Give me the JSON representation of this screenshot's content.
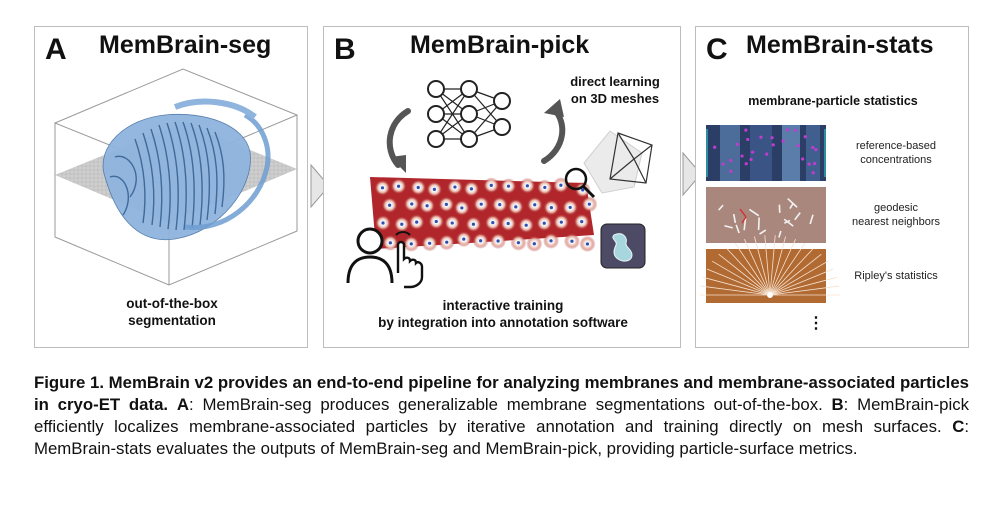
{
  "panel_a": {
    "letter": "A",
    "title": "MemBrain-seg",
    "caption_line1": "out-of-the-box",
    "caption_line2": "segmentation"
  },
  "panel_b": {
    "letter": "B",
    "title": "MemBrain-pick",
    "note_line1": "direct learning",
    "note_line2": "on 3D meshes",
    "caption_line1": "interactive training",
    "caption_line2": "by integration into annotation software"
  },
  "panel_c": {
    "letter": "C",
    "title": "MemBrain-stats",
    "subtitle": "membrane-particle statistics",
    "stat1_line1": "reference-based",
    "stat1_line2": "concentrations",
    "stat2_line1": "geodesic",
    "stat2_line2": "nearest neighbors",
    "stat3": "Ripley's statistics",
    "ellipsis": "⋮"
  },
  "caption": {
    "lead": "Figure 1. MemBrain v2 provides an end-to-end pipeline for analyzing membranes and membrane-associated particles in cryo-ET data.",
    "a_key": "A",
    "a_text": ": MemBrain-seg produces generalizable membrane segmentations out-of-the-box.",
    "b_key": "B",
    "b_text": ": MemBrain-pick efficiently localizes membrane-associated particles by iterative annotation and training directly on mesh surfaces.",
    "c_key": "C",
    "c_text": ": MemBrain-stats evaluates the outputs of MemBrain-seg and MemBrain-pick, providing particle-surface metrics."
  },
  "colors": {
    "membrane_blue": "#8fb4de",
    "heatmap_red": "#b0262b",
    "panel_border": "#bdbdbd",
    "arrow_gray": "#cfcfcf"
  },
  "icons": [
    "neural-network-icon",
    "cycle-arrow-icon",
    "user-touch-icon",
    "magnifier-icon",
    "mesh-icon",
    "software-logo-icon"
  ]
}
